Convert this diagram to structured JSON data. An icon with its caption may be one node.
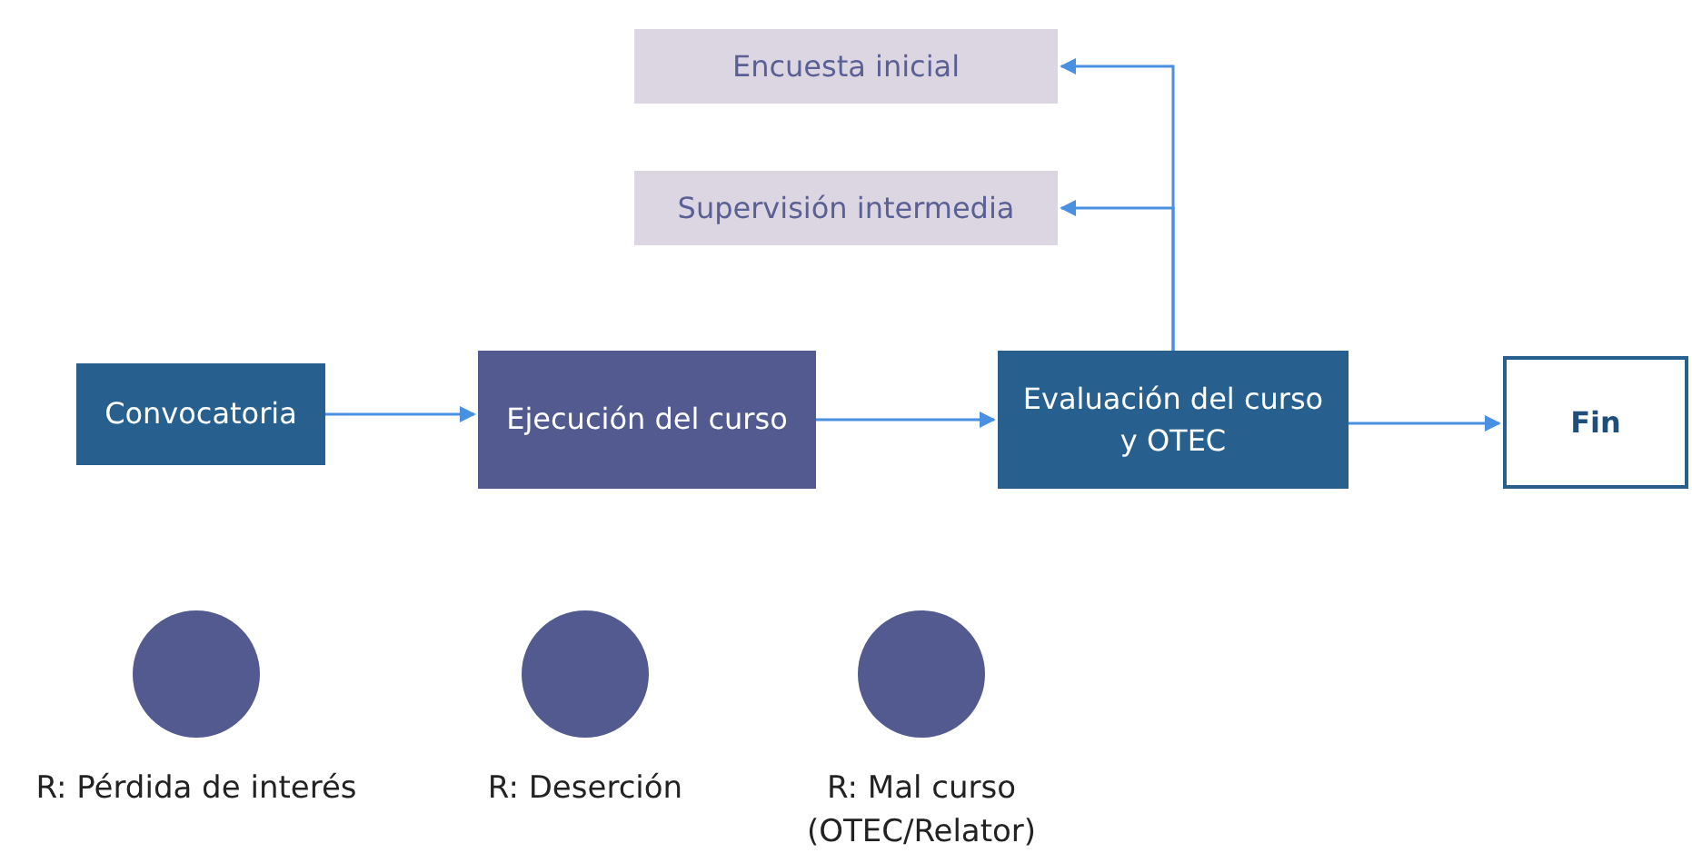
{
  "diagram": {
    "nodes": [
      {
        "text": [
          "Encuesta inicial"
        ]
      },
      {
        "text": [
          "Supervisión intermedia"
        ]
      },
      {
        "text": [
          "Convocatoria"
        ]
      },
      {
        "text": [
          "Ejecución del curso"
        ]
      },
      {
        "text": [
          "Evaluación del curso y OTEC"
        ]
      },
      {
        "text": [
          "Fin"
        ]
      },
      {
        "text": [],
        "shape": "circle",
        "beside": [
          "R: Pérdida de interés"
        ]
      },
      {
        "text": [],
        "shape": "circle",
        "beside": [
          "R: Deserción"
        ]
      },
      {
        "text": [],
        "shape": "circle",
        "beside": [
          "R: Mal curso (OTEC/Relator)"
        ]
      }
    ],
    "edges": [
      {
        "from": 2,
        "to": 3,
        "arrow": "to"
      },
      {
        "from": 3,
        "to": 4,
        "arrow": "to"
      },
      {
        "from": 4,
        "to": 5,
        "arrow": "to"
      },
      {
        "from": 4,
        "to": 0,
        "arrow": "to"
      },
      {
        "from": 4,
        "to": 1,
        "arrow": "to"
      }
    ]
  }
}
